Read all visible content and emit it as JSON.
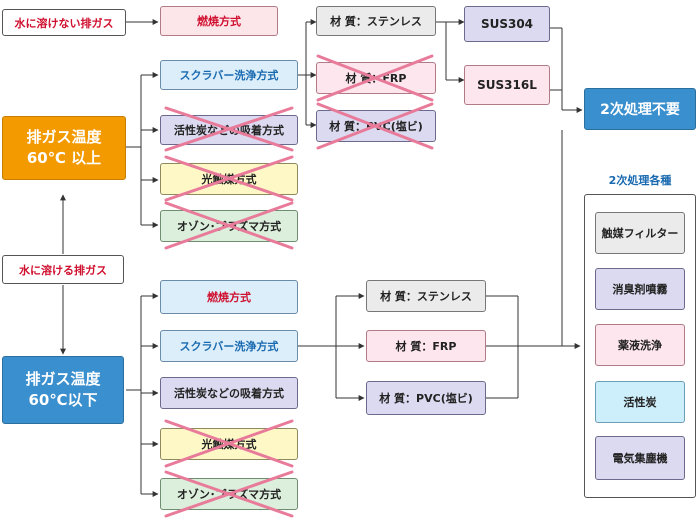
{
  "top": {
    "insoluble_label": "水に溶けない排ガス",
    "soluble_label": "水に溶ける排ガス",
    "combustion": "燃焼方式",
    "high_temp_line1": "排ガス温度",
    "high_temp_line2": "60℃ 以上",
    "scrubber": "スクラバー洗浄方式",
    "activated_carbon": "活性炭などの吸着方式",
    "photocatalyst": "光触媒方式",
    "ozone_plasma": "オゾン･プラズマ方式",
    "material_stainless": "材 質：ステンレス",
    "material_frp": "材 質：FRP",
    "material_pvc": "材 質：PVC(塩ビ)",
    "sus304": "SUS304",
    "sus316l": "SUS316L",
    "no_secondary": "2次処理不要"
  },
  "bottom": {
    "low_temp_line1": "排ガス温度",
    "low_temp_line2": "60℃以下",
    "combustion": "燃焼方式",
    "scrubber": "スクラバー洗浄方式",
    "activated_carbon": "活性炭などの吸着方式",
    "photocatalyst": "光触媒方式",
    "ozone_plasma": "オゾン･プラズマ方式",
    "material_stainless": "材 質：ステンレス",
    "material_frp": "材 質：FRP",
    "material_pvc": "材 質：PVC(塩ビ)"
  },
  "secondary": {
    "title": "2次処理各種",
    "items": [
      "触媒フィルター",
      "消臭剤噴霧",
      "薬液洗浄",
      "活性炭",
      "電気集塵機"
    ]
  },
  "colors": {
    "cross": "#e87a9a",
    "orange": "#f29a00",
    "blue": "#3a8fce"
  }
}
